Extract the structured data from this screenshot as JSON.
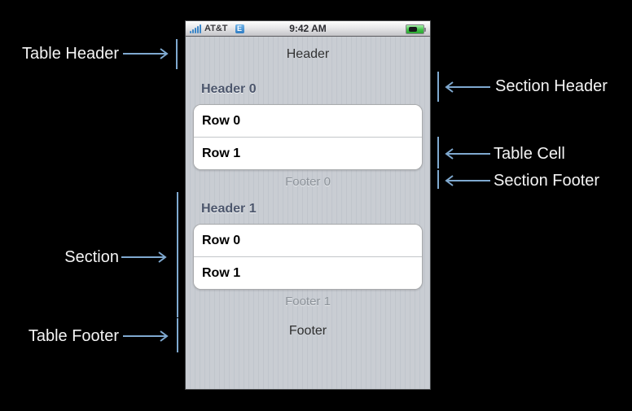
{
  "phone": {
    "status_bar": {
      "carrier": "AT&T",
      "network_badge": "E",
      "time": "9:42 AM"
    },
    "table": {
      "header": "Header",
      "sections": [
        {
          "header": "Header 0",
          "rows": [
            "Row 0",
            "Row 1"
          ],
          "footer": "Footer 0"
        },
        {
          "header": "Header 1",
          "rows": [
            "Row 0",
            "Row 1"
          ],
          "footer": "Footer 1"
        }
      ],
      "footer": "Footer"
    }
  },
  "callouts": {
    "left": [
      {
        "label": "Table Header"
      },
      {
        "label": "Section"
      },
      {
        "label": "Table Footer"
      }
    ],
    "right": [
      {
        "label": "Section Header"
      },
      {
        "label": "Table Cell"
      },
      {
        "label": "Section Footer"
      }
    ]
  },
  "colors": {
    "annotation_blue": "#7fa9d0",
    "background": "#000000",
    "pinstripe_base": "#c9cdd3",
    "pinstripe_stripe": "#c0c5cc",
    "section_header_text": "#4c566c",
    "signal_blue": "#3a85c8",
    "battery_green": "#3fc247"
  }
}
